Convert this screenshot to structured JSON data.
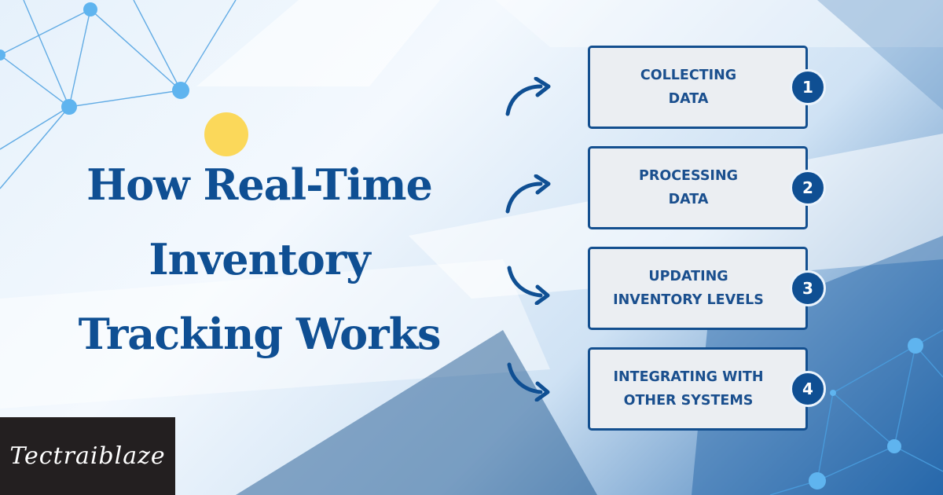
{
  "heading": {
    "lines": [
      "How Real-Time",
      "Inventory",
      "Tracking Works"
    ]
  },
  "steps": [
    {
      "number": "1",
      "label_lines": [
        "COLLECTING",
        "DATA"
      ],
      "arrow": "arrow-curve-up-right"
    },
    {
      "number": "2",
      "label_lines": [
        "PROCESSING",
        "DATA"
      ],
      "arrow": "arrow-curve-up-right"
    },
    {
      "number": "3",
      "label_lines": [
        "UPDATING",
        "INVENTORY LEVELS"
      ],
      "arrow": "arrow-curve-down-right"
    },
    {
      "number": "4",
      "label_lines": [
        "INTEGRATING WITH",
        "OTHER SYSTEMS"
      ],
      "arrow": "arrow-curve-down-right"
    }
  ],
  "brand": {
    "logo_text": "Tectraiblaze"
  },
  "colors": {
    "primary_blue": "#0f4f93",
    "box_fill": "#ebeef2",
    "sun_yellow": "#fbd85a",
    "logo_bg": "#231f20"
  }
}
